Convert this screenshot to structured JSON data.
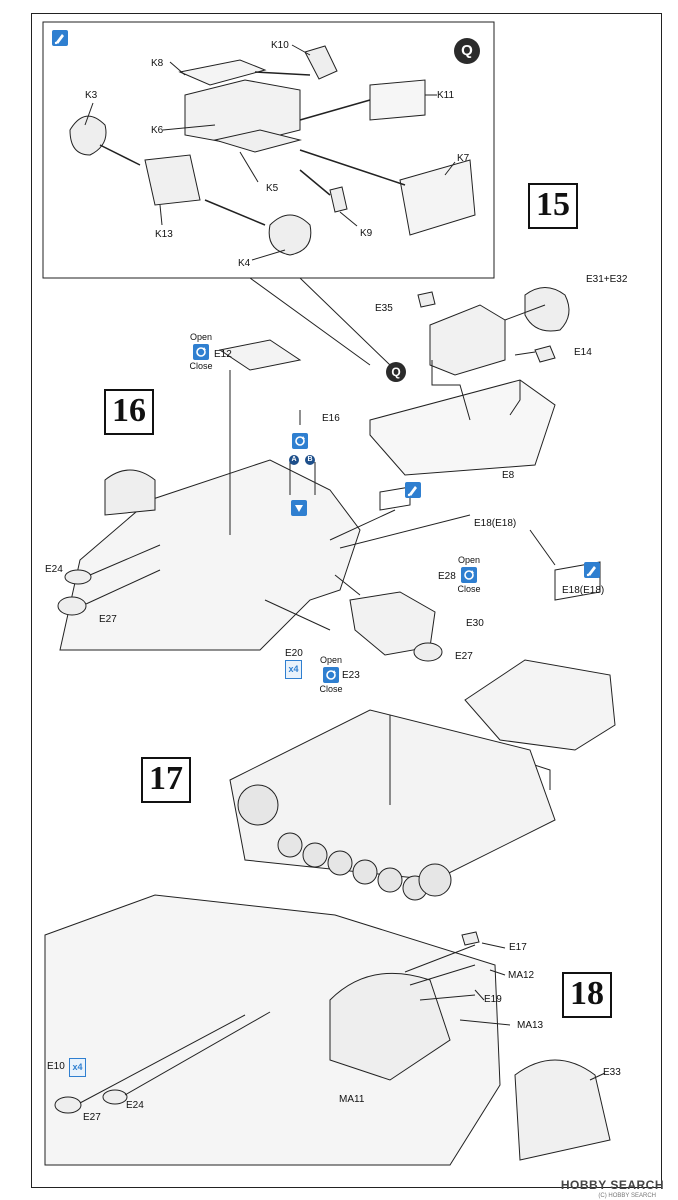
{
  "steps": {
    "s15": "15",
    "s16": "16",
    "s17": "17",
    "s18": "18"
  },
  "badges": {
    "q": "Q",
    "a": "A",
    "b": "B"
  },
  "open_close": {
    "open": "Open",
    "close": "Close"
  },
  "multiplier": "x4",
  "labels": {
    "k10": "K10",
    "k8": "K8",
    "k3": "K3",
    "k11": "K11",
    "k6": "K6",
    "k5": "K5",
    "k7": "K7",
    "k13": "K13",
    "k9": "K9",
    "k4": "K4",
    "e31e32": "E31+E32",
    "e35": "E35",
    "e14": "E14",
    "e8": "E8",
    "e12": "E12",
    "e16": "E16",
    "e18": "E18(E18)",
    "e18b": "E18(E18)",
    "e24": "E24",
    "e27": "E27",
    "e28": "E28",
    "e30": "E30",
    "e27b": "E27",
    "e20": "E20",
    "e23": "E23",
    "e17": "E17",
    "ma12": "MA12",
    "e19": "E19",
    "ma13": "MA13",
    "e10": "E10",
    "e33": "E33",
    "ma11": "MA11",
    "e24b": "E24",
    "e27c": "E27"
  },
  "watermark": {
    "brand": "HOBBY SEARCH",
    "copyright": "(C) HOBBY SEARCH"
  },
  "icons": [
    "glue-icon",
    "rotate-icon",
    "cement-icon"
  ],
  "colors": {
    "accent": "#2f7fd0",
    "line": "#222222"
  }
}
